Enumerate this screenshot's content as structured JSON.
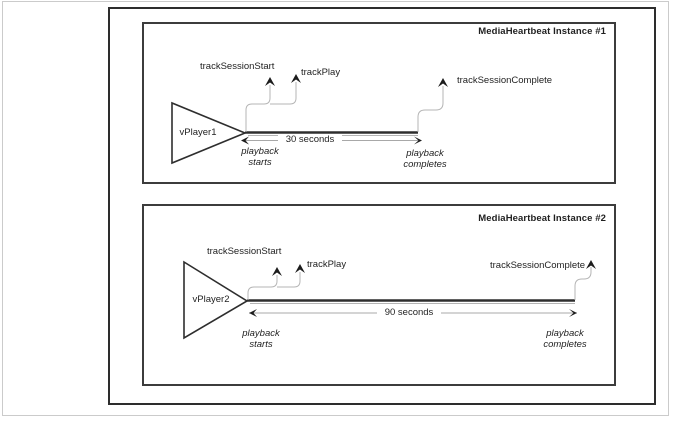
{
  "diagram": {
    "kind": "media-heartbeat-session-timelines",
    "colors": {
      "frame_border": "#2d2d2d",
      "panel_border": "#3c3c3c",
      "timeline": "#2e2e2e",
      "connector": "#b5b5b5",
      "arrowhead": "#1c1c1c",
      "text": "#1f1f1f"
    }
  },
  "panels": [
    {
      "title": "MediaHeartbeat Instance #1",
      "player_label": "vPlayer1",
      "event_session_start": "trackSessionStart",
      "event_play": "trackPlay",
      "event_session_complete": "trackSessionComplete",
      "duration_label": "30 seconds",
      "playback_starts": {
        "line1": "playback",
        "line2": "starts"
      },
      "playback_completes": {
        "line1": "playback",
        "line2": "completes"
      }
    },
    {
      "title": "MediaHeartbeat Instance #2",
      "player_label": "vPlayer2",
      "event_session_start": "trackSessionStart",
      "event_play": "trackPlay",
      "event_session_complete": "trackSessionComplete",
      "duration_label": "90 seconds",
      "playback_starts": {
        "line1": "playback",
        "line2": "starts"
      },
      "playback_completes": {
        "line1": "playback",
        "line2": "completes"
      }
    }
  ]
}
